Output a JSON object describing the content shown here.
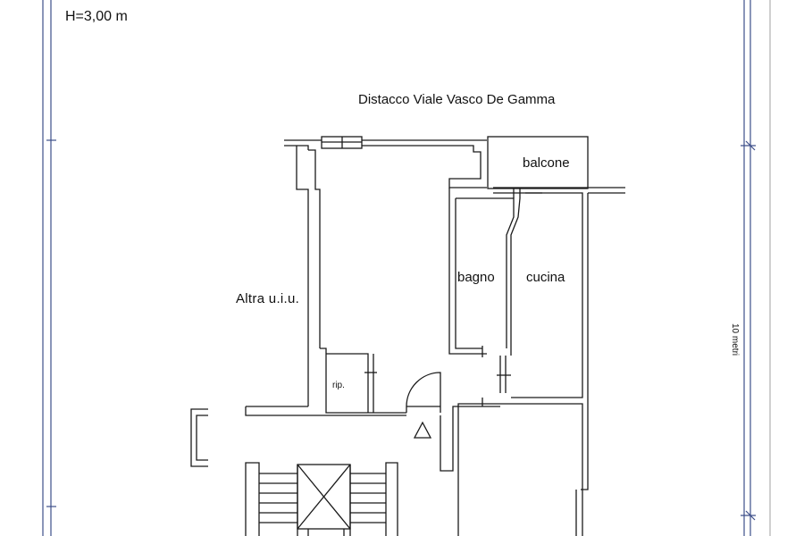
{
  "header": {
    "height_label": "H=3,00 m"
  },
  "labels": {
    "street": "Distacco Viale Vasco De Gamma",
    "other_unit": "Altra u.i.u.",
    "balcony": "balcone",
    "bathroom": "bagno",
    "kitchen": "cucina",
    "storage": "rip.",
    "scale": "10 metri"
  },
  "colors": {
    "ink": "#1a1a1a",
    "frame": "#3d4f8a",
    "paper": "#ffffff"
  }
}
